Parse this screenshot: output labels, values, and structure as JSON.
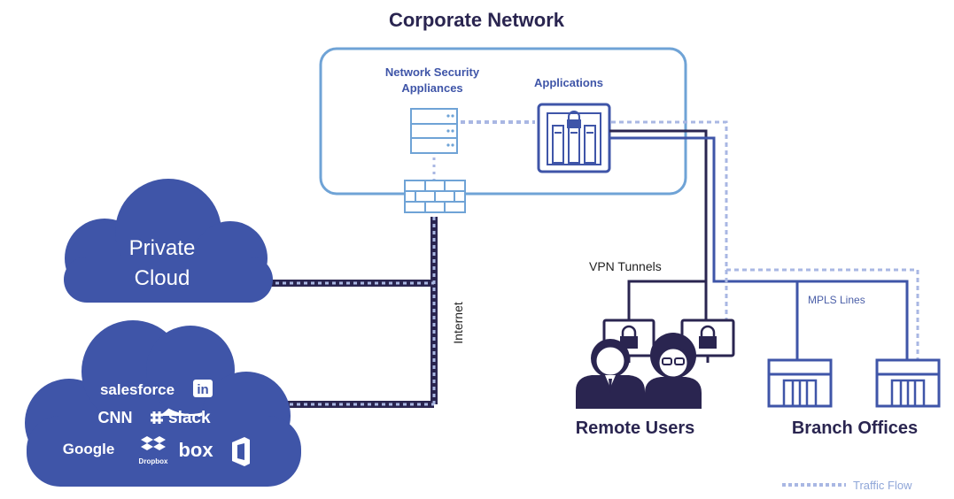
{
  "corporate_network": {
    "title": "Corporate Network",
    "security_label_line1": "Network Security",
    "security_label_line2": "Appliances",
    "applications_label": "Applications"
  },
  "private_cloud": {
    "line1": "Private",
    "line2": "Cloud"
  },
  "internet_label": "Internet",
  "saas_logos": {
    "salesforce": "salesforce",
    "linkedin": "in",
    "cnn": "CNN",
    "slack": "slack",
    "google": "Google",
    "dropbox": "Dropbox",
    "box": "box"
  },
  "vpn_label": "VPN Tunnels",
  "mpls_label": "MPLS Lines",
  "remote_users_label": "Remote Users",
  "branch_offices_label": "Branch Offices",
  "legend": {
    "traffic_flow": "Traffic Flow"
  },
  "colors": {
    "dark_navy": "#2a2550",
    "medium_blue": "#3f55a8",
    "light_blue": "#6fa3d6",
    "dotted_light": "#a9b7e3",
    "cloud_fill": "#3f55a8"
  }
}
